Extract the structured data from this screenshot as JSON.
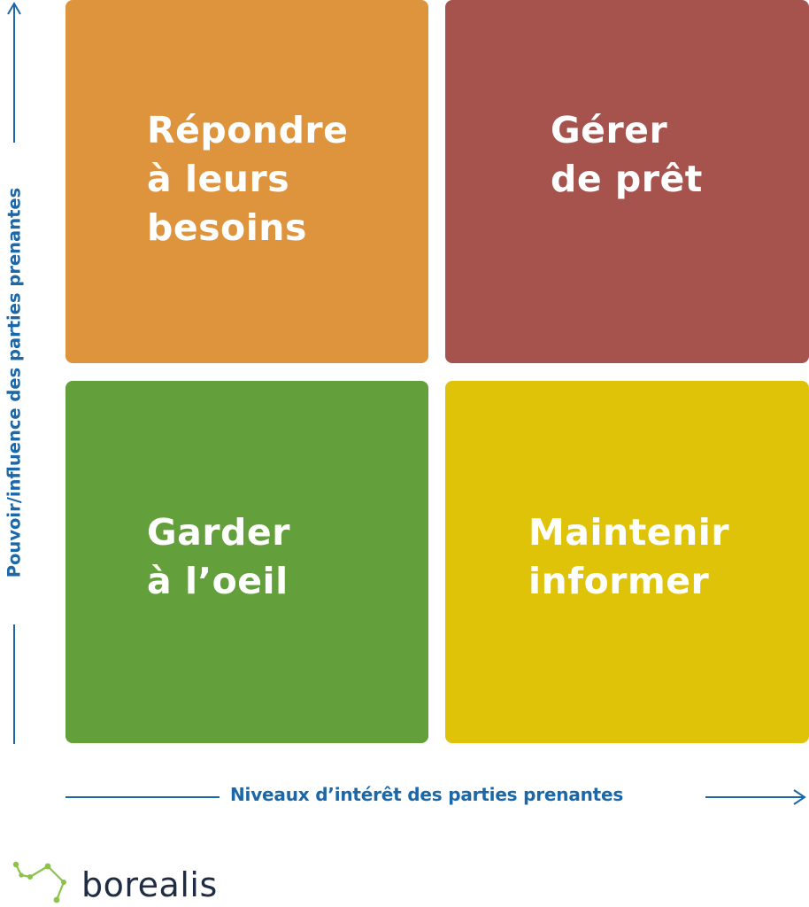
{
  "quadrants": {
    "top_left": {
      "line1": "Répondre",
      "line2": "à leurs",
      "line3": "besoins",
      "color": "#de943c"
    },
    "top_right": {
      "line1": "Gérer",
      "line2": "de prêt",
      "color": "#a6534e"
    },
    "bottom_left": {
      "line1": "Garder",
      "line2": "à l’oeil",
      "color": "#63a03b"
    },
    "bottom_right": {
      "line1": "Maintenir",
      "line2": "informer",
      "color": "#dfc309"
    }
  },
  "axes": {
    "y_label": "Pouvoir/influence des parties prenantes",
    "x_label": "Niveaux d’intérêt des parties prenantes",
    "color": "#1b67a8"
  },
  "logo": {
    "name": "borealis",
    "icon": "constellation-icon",
    "accent_color": "#8bc34a"
  }
}
